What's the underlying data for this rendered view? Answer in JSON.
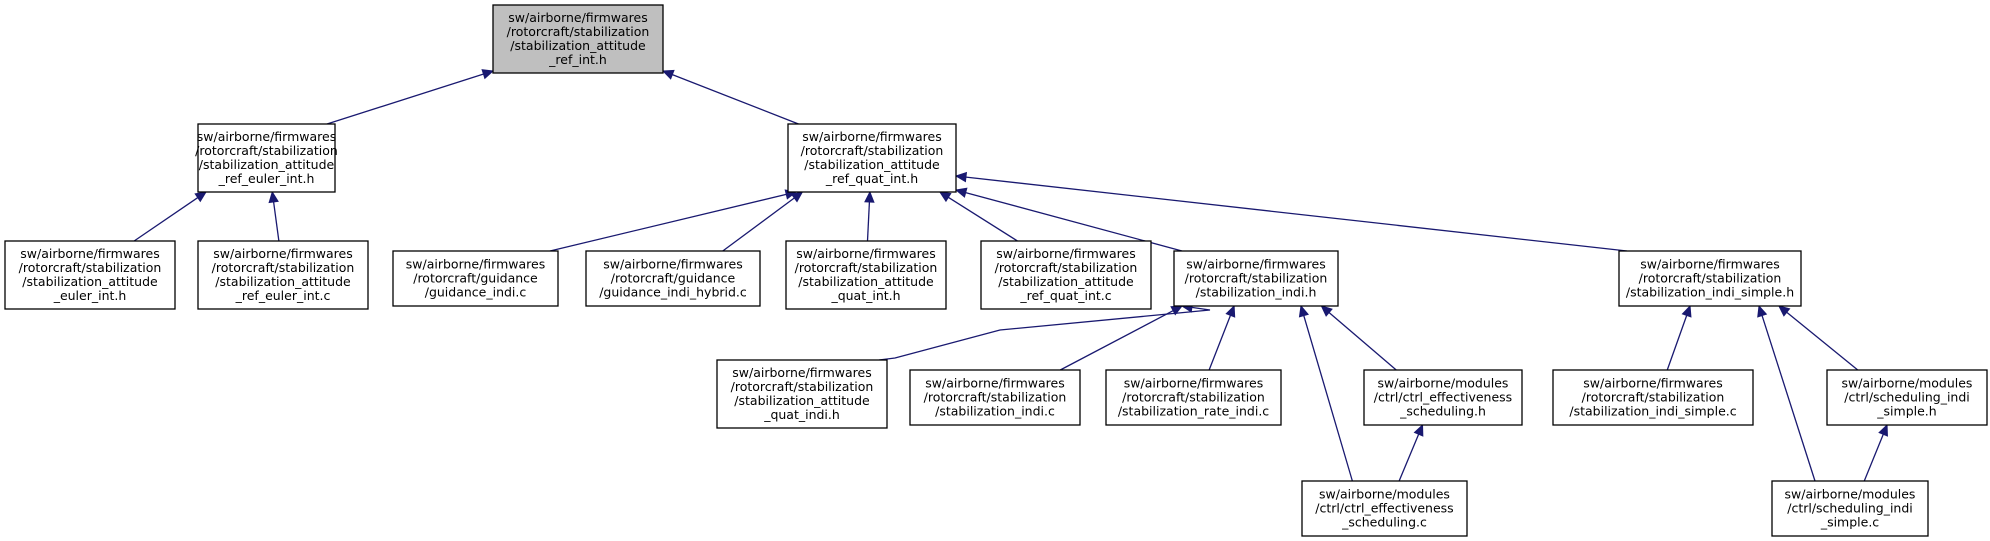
{
  "graph": {
    "nodes": [
      {
        "id": "n0",
        "root": true,
        "lines": [
          "sw/airborne/firmwares",
          "/rotorcraft/stabilization",
          "/stabilization_attitude",
          "_ref_int.h"
        ]
      },
      {
        "id": "n1",
        "lines": [
          "sw/airborne/firmwares",
          "/rotorcraft/stabilization",
          "/stabilization_attitude",
          "_ref_euler_int.h"
        ]
      },
      {
        "id": "n2",
        "lines": [
          "sw/airborne/firmwares",
          "/rotorcraft/stabilization",
          "/stabilization_attitude",
          "_ref_quat_int.h"
        ]
      },
      {
        "id": "n3",
        "lines": [
          "sw/airborne/firmwares",
          "/rotorcraft/stabilization",
          "/stabilization_attitude",
          "_euler_int.h"
        ]
      },
      {
        "id": "n4",
        "lines": [
          "sw/airborne/firmwares",
          "/rotorcraft/stabilization",
          "/stabilization_attitude",
          "_ref_euler_int.c"
        ]
      },
      {
        "id": "n5",
        "lines": [
          "sw/airborne/firmwares",
          "/rotorcraft/guidance",
          "/guidance_indi.c"
        ]
      },
      {
        "id": "n6",
        "lines": [
          "sw/airborne/firmwares",
          "/rotorcraft/guidance",
          "/guidance_indi_hybrid.c"
        ]
      },
      {
        "id": "n7",
        "lines": [
          "sw/airborne/firmwares",
          "/rotorcraft/stabilization",
          "/stabilization_attitude",
          "_quat_int.h"
        ]
      },
      {
        "id": "n8",
        "lines": [
          "sw/airborne/firmwares",
          "/rotorcraft/stabilization",
          "/stabilization_attitude",
          "_ref_quat_int.c"
        ]
      },
      {
        "id": "n9",
        "lines": [
          "sw/airborne/firmwares",
          "/rotorcraft/stabilization",
          "/stabilization_indi.h"
        ]
      },
      {
        "id": "n10",
        "lines": [
          "sw/airborne/firmwares",
          "/rotorcraft/stabilization",
          "/stabilization_indi_simple.h"
        ]
      },
      {
        "id": "n11",
        "lines": [
          "sw/airborne/firmwares",
          "/rotorcraft/stabilization",
          "/stabilization_attitude",
          "_quat_indi.h"
        ]
      },
      {
        "id": "n12",
        "lines": [
          "sw/airborne/firmwares",
          "/rotorcraft/stabilization",
          "/stabilization_indi.c"
        ]
      },
      {
        "id": "n13",
        "lines": [
          "sw/airborne/firmwares",
          "/rotorcraft/stabilization",
          "/stabilization_rate_indi.c"
        ]
      },
      {
        "id": "n14",
        "lines": [
          "sw/airborne/modules",
          "/ctrl/ctrl_effectiveness",
          "_scheduling.h"
        ]
      },
      {
        "id": "n15",
        "lines": [
          "sw/airborne/modules",
          "/ctrl/ctrl_effectiveness",
          "_scheduling.c"
        ]
      },
      {
        "id": "n16",
        "lines": [
          "sw/airborne/firmwares",
          "/rotorcraft/stabilization",
          "/stabilization_indi_simple.c"
        ]
      },
      {
        "id": "n17",
        "lines": [
          "sw/airborne/modules",
          "/ctrl/scheduling_indi",
          "_simple.h"
        ]
      },
      {
        "id": "n18",
        "lines": [
          "sw/airborne/modules",
          "/ctrl/scheduling_indi",
          "_simple.c"
        ]
      }
    ],
    "edges": [
      {
        "from": "n1",
        "to": "n0"
      },
      {
        "from": "n2",
        "to": "n0"
      },
      {
        "from": "n3",
        "to": "n1"
      },
      {
        "from": "n4",
        "to": "n1"
      },
      {
        "from": "n5",
        "to": "n2"
      },
      {
        "from": "n6",
        "to": "n2"
      },
      {
        "from": "n7",
        "to": "n2"
      },
      {
        "from": "n8",
        "to": "n2"
      },
      {
        "from": "n9",
        "to": "n2"
      },
      {
        "from": "n10",
        "to": "n2"
      },
      {
        "from": "n11",
        "to": "n9"
      },
      {
        "from": "n12",
        "to": "n9"
      },
      {
        "from": "n13",
        "to": "n9"
      },
      {
        "from": "n14",
        "to": "n9"
      },
      {
        "from": "n15",
        "to": "n9"
      },
      {
        "from": "n15",
        "to": "n14"
      },
      {
        "from": "n16",
        "to": "n10"
      },
      {
        "from": "n17",
        "to": "n10"
      },
      {
        "from": "n18",
        "to": "n10"
      },
      {
        "from": "n18",
        "to": "n17"
      }
    ]
  }
}
